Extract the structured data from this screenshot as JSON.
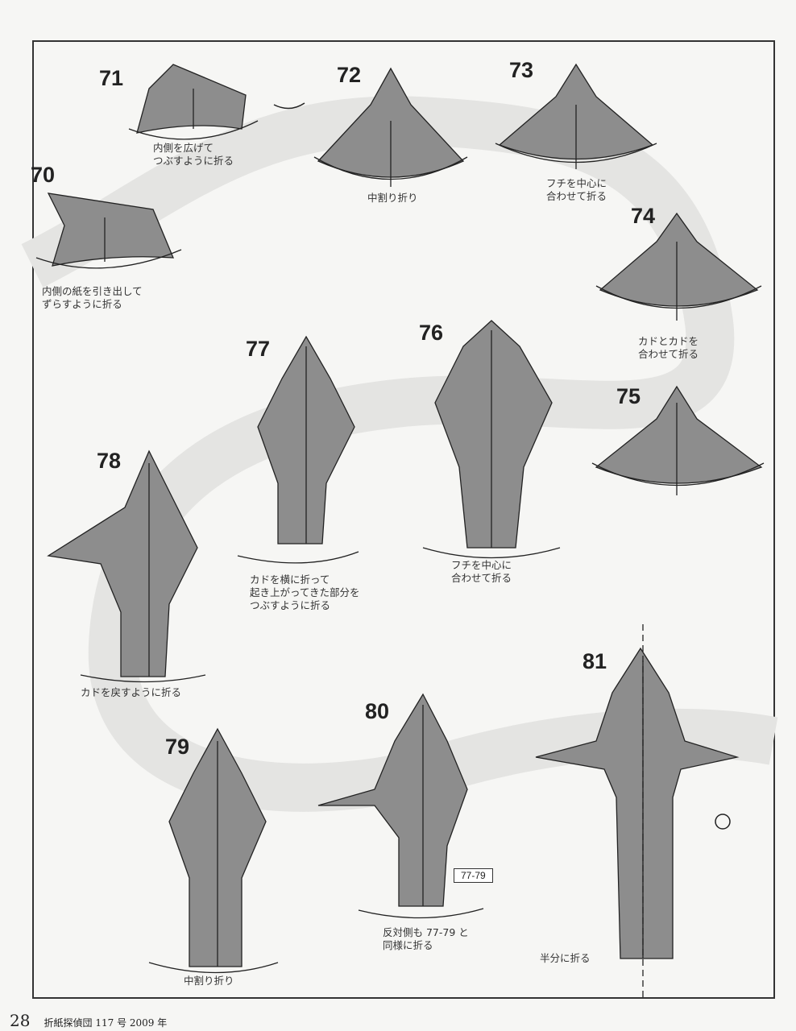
{
  "steps": [
    {
      "number": "70",
      "caption": [
        "内側の紙を引き出して",
        "ずらすように折る"
      ]
    },
    {
      "number": "71",
      "caption": [
        "内側を広げて",
        "つぶすように折る"
      ]
    },
    {
      "number": "72",
      "caption": [
        "中割り折り"
      ]
    },
    {
      "number": "73",
      "caption": [
        "フチを中心に",
        "合わせて折る"
      ]
    },
    {
      "number": "74",
      "caption": [
        "カドとカドを",
        "合わせて折る"
      ]
    },
    {
      "number": "75",
      "caption": []
    },
    {
      "number": "76",
      "caption": [
        "フチを中心に",
        "合わせて折る"
      ]
    },
    {
      "number": "77",
      "caption": [
        "カドを横に折って",
        "起き上がってきた部分を",
        "つぶすように折る"
      ]
    },
    {
      "number": "78",
      "caption": [
        "カドを戻すように折る"
      ]
    },
    {
      "number": "79",
      "caption": [
        "中割り折り"
      ]
    },
    {
      "number": "80",
      "caption": [
        "反対側も 77-79 と",
        "同様に折る"
      ],
      "reference": "77-79"
    },
    {
      "number": "81",
      "caption": [
        "半分に折る"
      ]
    }
  ],
  "footer": {
    "page": "28",
    "publication": "折紙探偵団 117 号 2009 年"
  }
}
